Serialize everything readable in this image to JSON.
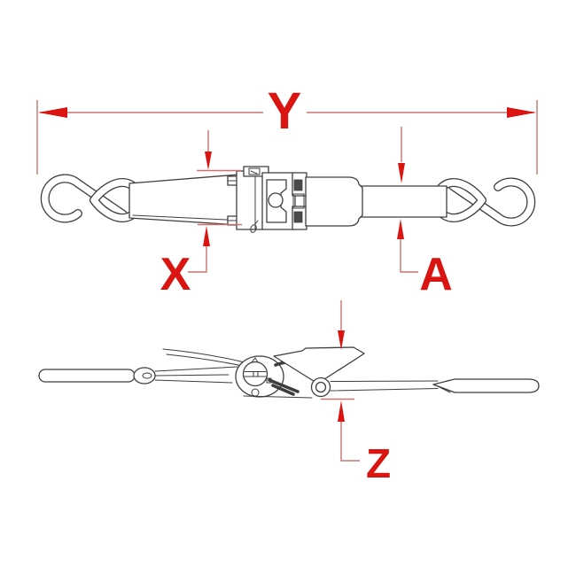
{
  "drawing": {
    "background_color": "#ffffff",
    "outline_color": "#3e3e3e",
    "dimension_accent_color": "#da1410",
    "dimension_line_color": "#c8736d",
    "labels": {
      "y": "Y",
      "x": "X",
      "a": "A",
      "z": "Z"
    }
  }
}
